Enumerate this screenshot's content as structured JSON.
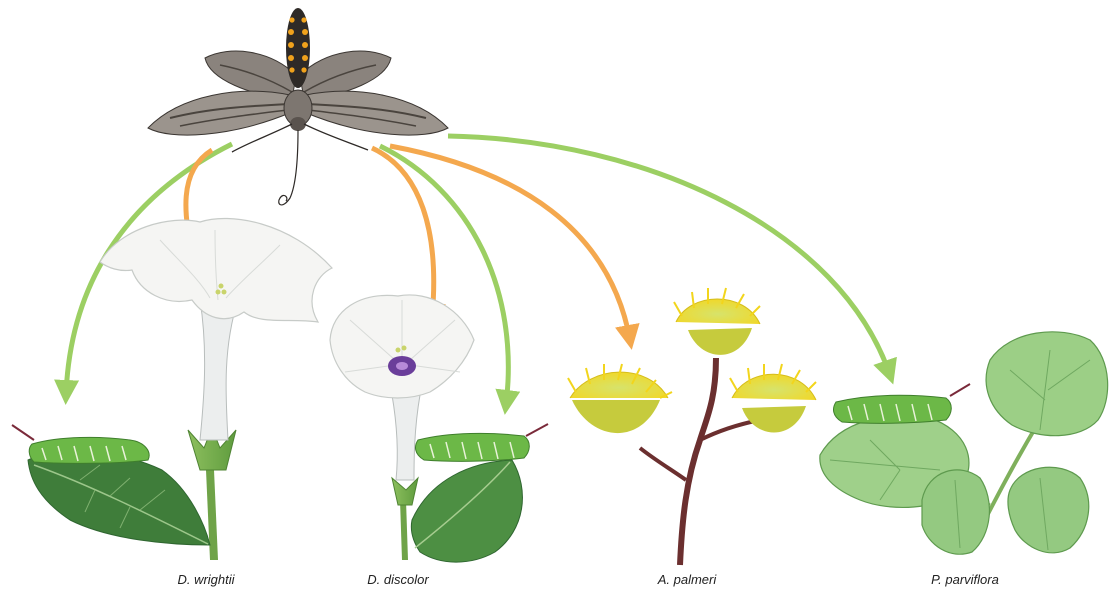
{
  "species_labels": {
    "datura_wrightii": "D. wrightii",
    "datura_discolor": "D. discolor",
    "agave_palmeri": "A. palmeri",
    "proboscidea_parviflora": "P. parviflora"
  },
  "legend_colors": {
    "nectar_arrow": "#f4a84e",
    "oviposition_arrow": "#9ccf63"
  },
  "icons": {
    "moth": "hawkmoth-icon",
    "caterpillar": "hornworm-caterpillar-icon"
  }
}
